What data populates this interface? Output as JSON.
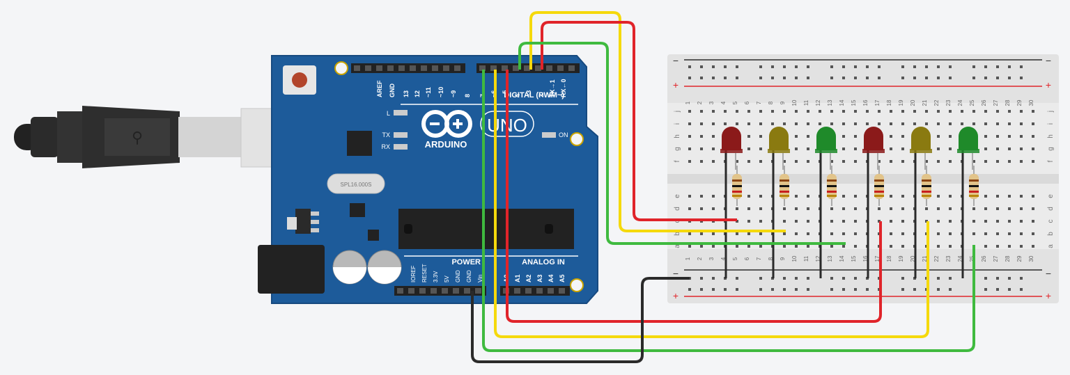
{
  "arduino": {
    "logo_text": "ARDUINO",
    "model": "UNO",
    "on_label": "ON",
    "led_l": "L",
    "led_tx": "TX",
    "led_rx": "RX",
    "digital_label": "DIGITAL (PWM~)",
    "power_label": "POWER",
    "analog_label": "ANALOG IN",
    "crystal_text": "SPL16.000S",
    "digital_pins": [
      "AREF",
      "GND",
      "13",
      "12",
      "~11",
      "~10",
      "~9",
      "8",
      "7",
      "~6",
      "~5",
      "4",
      "~3",
      "2",
      "TX→1",
      "RX←0"
    ],
    "power_pins": [
      "IOREF",
      "RESET",
      "3.3V",
      "5V",
      "GND",
      "GND",
      "Vin"
    ],
    "analog_pins": [
      "A0",
      "A1",
      "A2",
      "A3",
      "A4",
      "A5"
    ]
  },
  "breadboard": {
    "columns": [
      "1",
      "2",
      "3",
      "4",
      "5",
      "6",
      "7",
      "8",
      "9",
      "10",
      "11",
      "12",
      "13",
      "14",
      "15",
      "16",
      "17",
      "18",
      "19",
      "20",
      "21",
      "22",
      "23",
      "24",
      "25",
      "26",
      "27",
      "28",
      "29",
      "30"
    ],
    "rows_top": [
      "j",
      "i",
      "h",
      "g",
      "f"
    ],
    "rows_bottom": [
      "e",
      "d",
      "c",
      "b",
      "a"
    ],
    "rail_minus": "−",
    "rail_plus": "+"
  },
  "leds": [
    {
      "color": "#8b1a1a",
      "name": "red"
    },
    {
      "color": "#8a7a10",
      "name": "yellow"
    },
    {
      "color": "#1f8a2a",
      "name": "green"
    },
    {
      "color": "#8b1a1a",
      "name": "red"
    },
    {
      "color": "#8a7a10",
      "name": "yellow"
    },
    {
      "color": "#1f8a2a",
      "name": "green"
    }
  ],
  "wire_colors": {
    "red": "#e0242a",
    "yellow": "#f5d90c",
    "green": "#3fba3f",
    "black": "#2a2a2a"
  },
  "board_color": "#1d5b9a"
}
